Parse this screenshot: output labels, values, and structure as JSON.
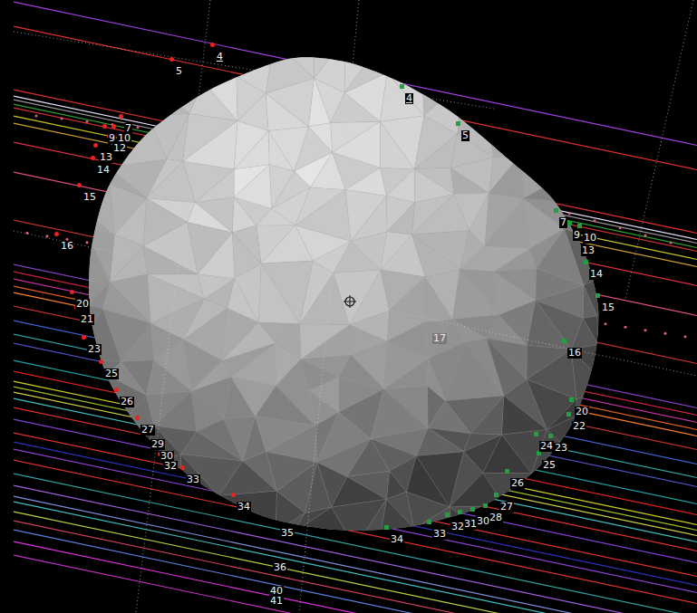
{
  "diagram": {
    "labels": [
      "4",
      "5",
      "4",
      "5",
      "7",
      "9",
      "10",
      "12",
      "13",
      "14",
      "15",
      "16",
      "7",
      "9",
      "10",
      "13",
      "14",
      "15",
      "17",
      "16",
      "20",
      "21",
      "23",
      "25",
      "26",
      "20",
      "22",
      "24",
      "23",
      "25",
      "27",
      "29",
      "30",
      "32",
      "33",
      "34",
      "35",
      "26",
      "27",
      "28",
      "30",
      "31",
      "32",
      "33",
      "34",
      "36",
      "40",
      "41"
    ]
  }
}
